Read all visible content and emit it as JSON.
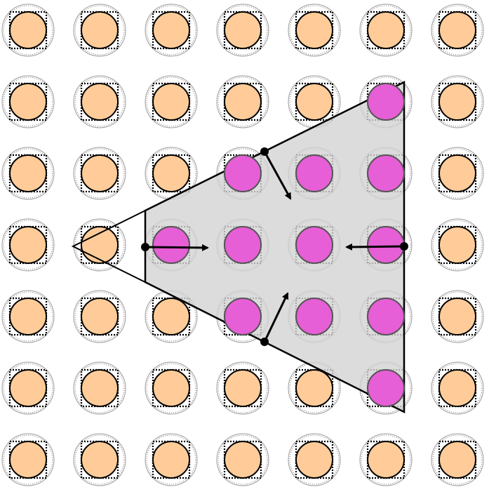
{
  "diagram": {
    "grid": {
      "rows": 7,
      "cols": 7,
      "inside_cells": [
        [
          1,
          5
        ],
        [
          2,
          3
        ],
        [
          2,
          4
        ],
        [
          2,
          5
        ],
        [
          3,
          2
        ],
        [
          3,
          3
        ],
        [
          3,
          4
        ],
        [
          3,
          5
        ],
        [
          4,
          3
        ],
        [
          4,
          4
        ],
        [
          4,
          5
        ],
        [
          5,
          5
        ]
      ]
    },
    "colors": {
      "background": "#ffffff",
      "outer_ring": "#9a9a9a",
      "outer_ring_dotted": "#555555",
      "square_border": "#000000",
      "circle_fill": "#ffcc99",
      "circle_stroke": "#000000",
      "inside_fill": "#e65fd6",
      "inside_stroke": "#555555",
      "polygon_fill": "#d3d3d3",
      "polygon_stroke": "#000000",
      "arrow": "#000000"
    },
    "polygon": {
      "shape": "triangle-clipped",
      "opacity": 0.8
    },
    "arrows": {
      "count": 4,
      "directions": [
        "right",
        "left",
        "down-right",
        "up-right"
      ]
    }
  }
}
